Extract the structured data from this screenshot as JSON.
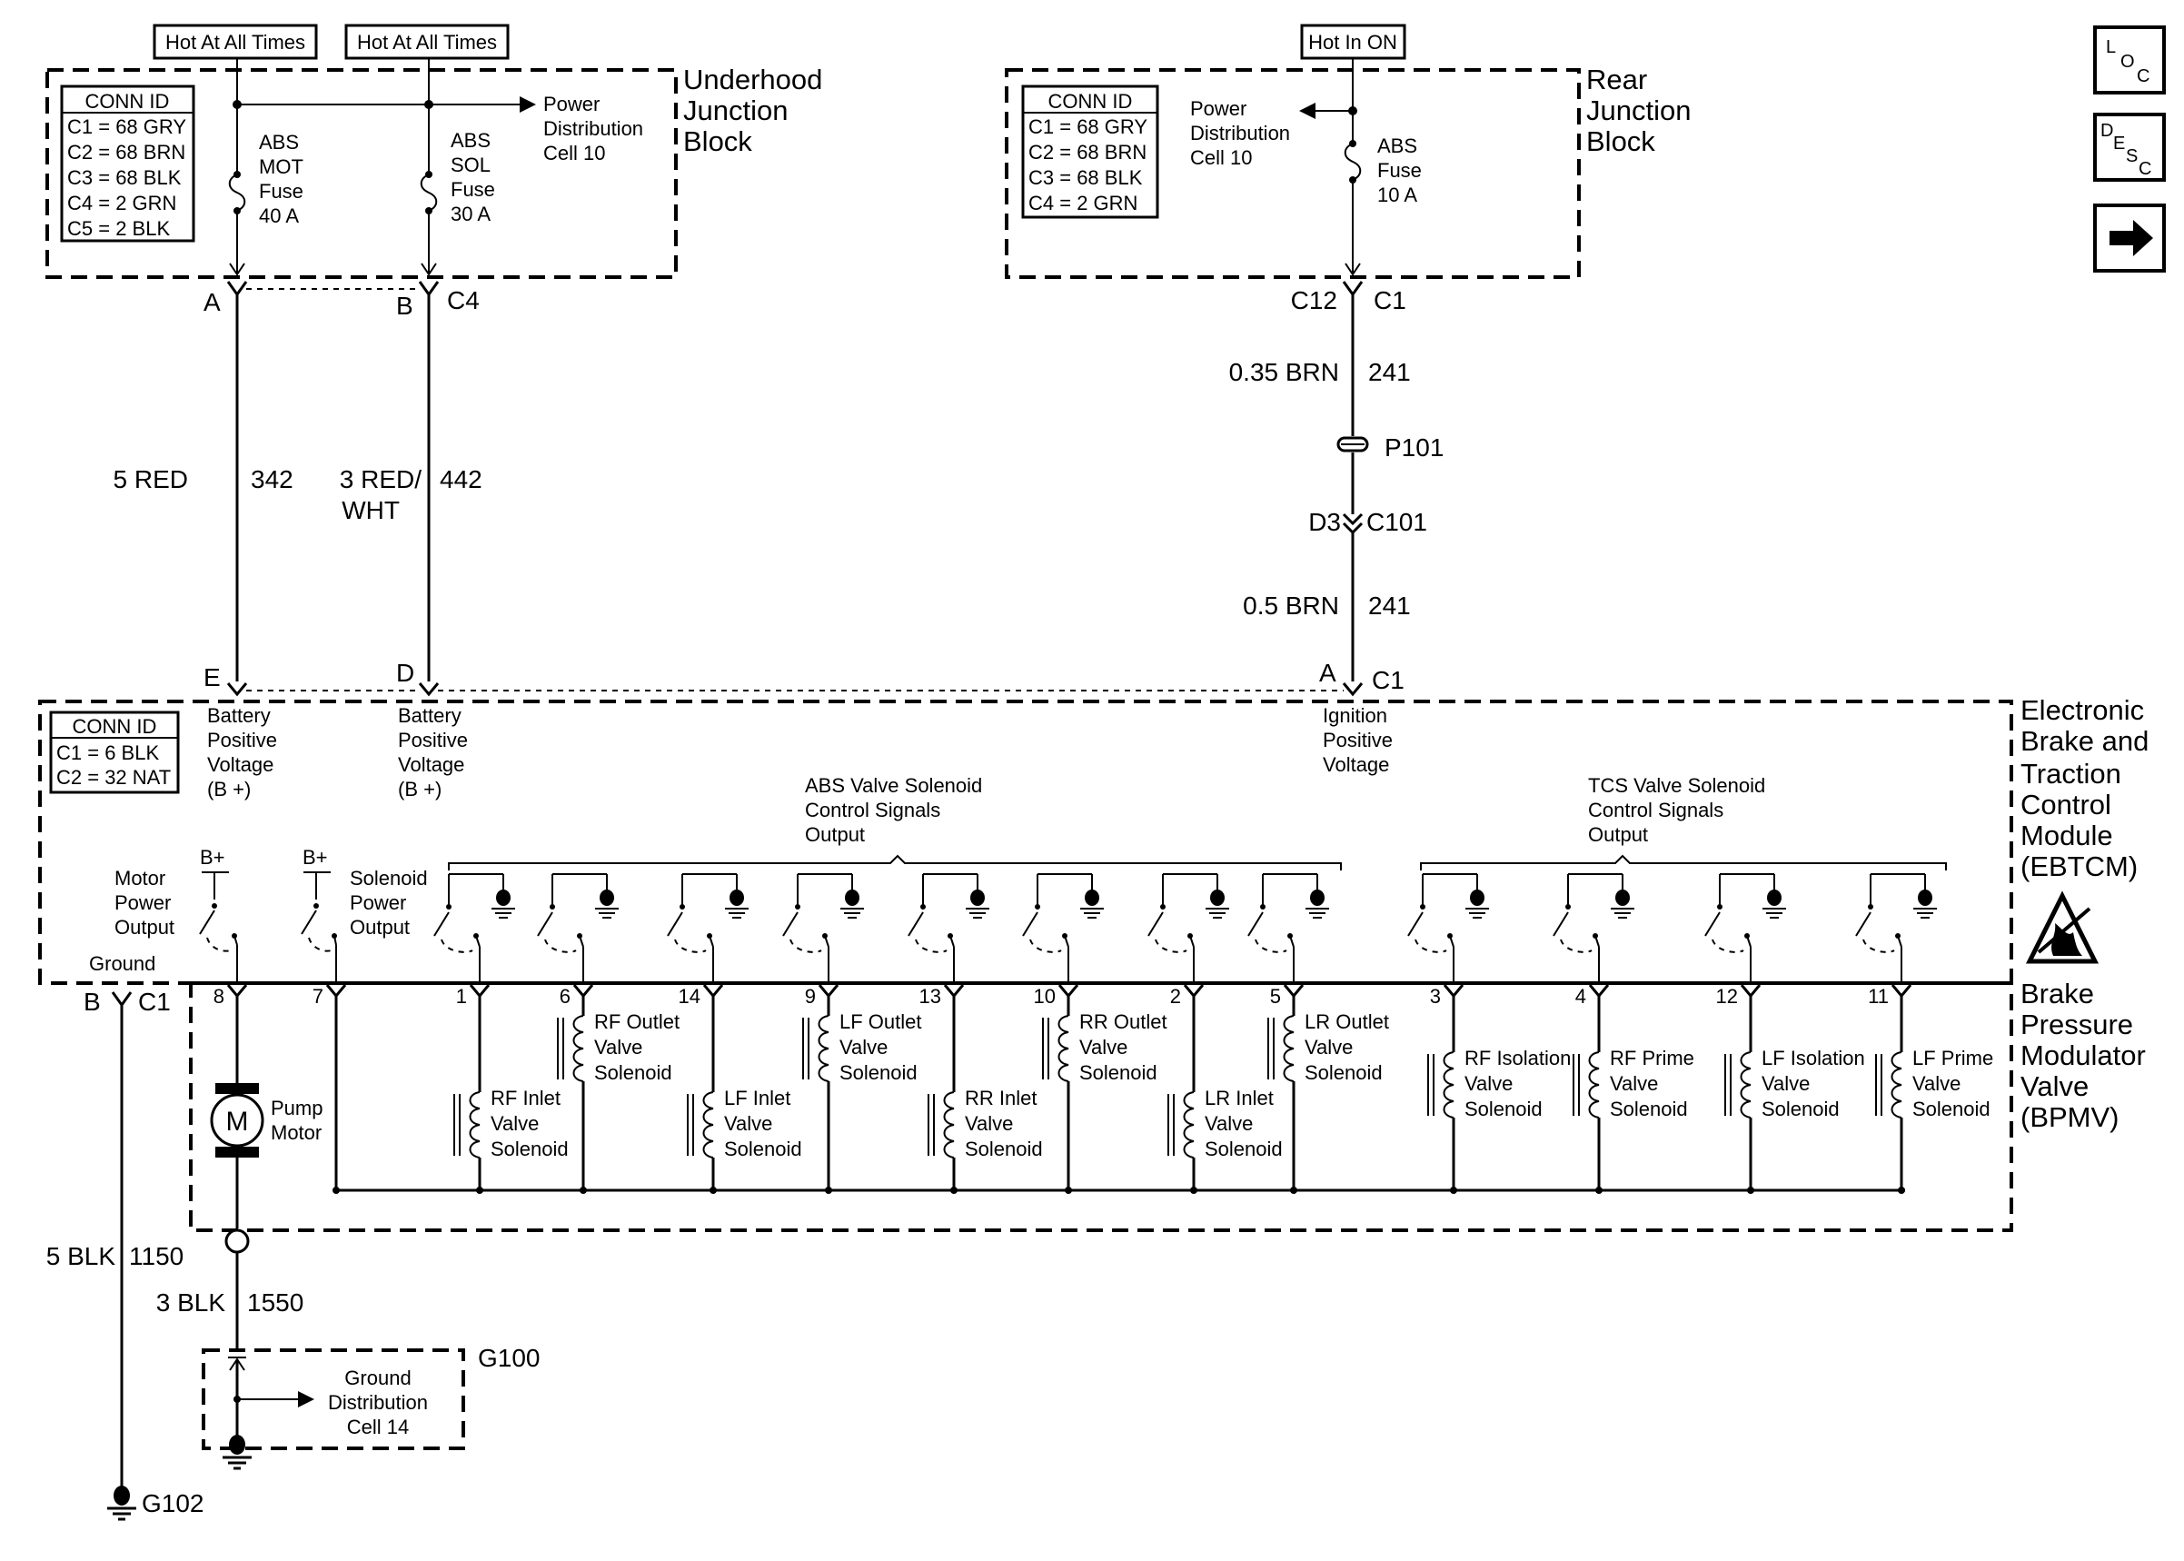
{
  "supply_labels": {
    "hot1": "Hot At All Times",
    "hot2": "Hot At All Times",
    "hot_on": "Hot In ON"
  },
  "ujb": {
    "title": [
      "Underhood",
      "Junction",
      "Block"
    ],
    "conn_id_header": "CONN ID",
    "conn_ids": [
      "C1 = 68 GRY",
      "C2 = 68 BRN",
      "C3 = 68 BLK",
      "C4 = 2 GRN",
      "C5 = 2 BLK"
    ],
    "power_dist": [
      "Power",
      "Distribution",
      "Cell 10"
    ],
    "fuse_mot": [
      "ABS",
      "MOT",
      "Fuse",
      "40 A"
    ],
    "fuse_sol": [
      "ABS",
      "SOL",
      "Fuse",
      "30 A"
    ]
  },
  "rjb": {
    "title": [
      "Rear",
      "Junction",
      "Block"
    ],
    "conn_id_header": "CONN ID",
    "conn_ids": [
      "C1 = 68 GRY",
      "C2 = 68 BRN",
      "C3 = 68 BLK",
      "C4 = 2 GRN"
    ],
    "power_dist": [
      "Power",
      "Distribution",
      "Cell 10"
    ],
    "fuse": [
      "ABS",
      "Fuse",
      "10 A"
    ]
  },
  "pins": {
    "ujb_a": "A",
    "ujb_b": "B",
    "ujb_c4": "C4",
    "rjb_c12": "C12",
    "rjb_c1": "C1",
    "p101": "P101",
    "d3": "D3",
    "c101": "C101",
    "ebtcm_e": "E",
    "ebtcm_d": "D",
    "ebtcm_a": "A",
    "ebtcm_c1": "C1",
    "gnd_b": "B",
    "gnd_c1": "C1"
  },
  "wires": {
    "w342_gauge": "5 RED",
    "w342_num": "342",
    "w442_gauge_1": "3 RED/",
    "w442_gauge_2": "WHT",
    "w442_num": "442",
    "w241a_gauge": "0.35 BRN",
    "w241a_num": "241",
    "w241b_gauge": "0.5 BRN",
    "w241b_num": "241",
    "w1150_gauge": "5 BLK",
    "w1150_num": "1150",
    "w1550_gauge": "3 BLK",
    "w1550_num": "1550"
  },
  "ebtcm": {
    "title": [
      "Electronic",
      "Brake and",
      "Traction",
      "Control",
      "Module",
      "(EBTCM)"
    ],
    "conn_id_header": "CONN ID",
    "conn_ids": [
      "C1 = 6 BLK",
      "C2 = 32 NAT"
    ],
    "bat_e": [
      "Battery",
      "Positive",
      "Voltage",
      "(B +)"
    ],
    "bat_d": [
      "Battery",
      "Positive",
      "Voltage",
      "(B +)"
    ],
    "ign": [
      "Ignition",
      "Positive",
      "Voltage"
    ],
    "abs_ctrl": [
      "ABS Valve Solenoid",
      "Control Signals",
      "Output"
    ],
    "tcs_ctrl": [
      "TCS Valve Solenoid",
      "Control Signals",
      "Output"
    ],
    "motor_out": [
      "Motor",
      "Power",
      "Output"
    ],
    "sol_out": [
      "Solenoid",
      "Power",
      "Output"
    ],
    "bplus": "B+",
    "ground": "Ground"
  },
  "bpmv": {
    "title": [
      "Brake",
      "Pressure",
      "Modulator",
      "Valve",
      "(BPMV)"
    ],
    "pump": [
      "Pump",
      "Motor"
    ],
    "motor_symbol": "M",
    "pins": [
      "8",
      "7",
      "1",
      "6",
      "14",
      "9",
      "13",
      "10",
      "2",
      "5",
      "3",
      "4",
      "12",
      "11"
    ],
    "solenoids": [
      [
        "RF Inlet",
        "Valve",
        "Solenoid"
      ],
      [
        "RF Outlet",
        "Valve",
        "Solenoid"
      ],
      [
        "LF Inlet",
        "Valve",
        "Solenoid"
      ],
      [
        "LF Outlet",
        "Valve",
        "Solenoid"
      ],
      [
        "RR Inlet",
        "Valve",
        "Solenoid"
      ],
      [
        "RR Outlet",
        "Valve",
        "Solenoid"
      ],
      [
        "LR Inlet",
        "Valve",
        "Solenoid"
      ],
      [
        "LR Outlet",
        "Valve",
        "Solenoid"
      ],
      [
        "RF Isolation",
        "Valve",
        "Solenoid"
      ],
      [
        "RF Prime",
        "Valve",
        "Solenoid"
      ],
      [
        "LF Isolation",
        "Valve",
        "Solenoid"
      ],
      [
        "LF Prime",
        "Valve",
        "Solenoid"
      ]
    ]
  },
  "ground_block": {
    "label": [
      "Ground",
      "Distribution",
      "Cell 14"
    ],
    "g100": "G100",
    "g102": "G102"
  },
  "nav": {
    "loc_icon": "loc-icon",
    "desc_icon": "desc-icon",
    "next_icon": "arrow-right-icon"
  }
}
